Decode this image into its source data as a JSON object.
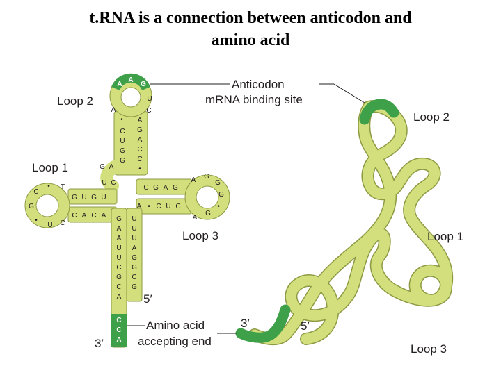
{
  "title": {
    "line1": "t.RNA is a connection between anticodon and",
    "line2": "amino acid"
  },
  "colors": {
    "strand": "#d3de7c",
    "strand_border": "#8e9a43",
    "highlight": "#3fa04a",
    "line": "#231f20"
  },
  "labels": {
    "loop2_left": "Loop 2",
    "loop1_left": "Loop 1",
    "loop3_left": "Loop 3",
    "anticodon_line1": "Anticodon",
    "anticodon_line2": "mRNA binding site",
    "amino_line1": "Amino acid",
    "amino_line2": "accepting end",
    "five_prime_left": "5′",
    "three_prime_left": "3′",
    "loop2_right": "Loop 2",
    "loop1_right": "Loop 1",
    "loop3_right": "Loop 3",
    "three_prime_right": "3′",
    "five_prime_right": "5′"
  },
  "bases": {
    "anticodon": [
      "A",
      "A",
      "G"
    ],
    "loop2_left_side": [
      "A",
      "•"
    ],
    "loop2_right_side": [
      "U",
      "C"
    ],
    "arm2_left": [
      "C",
      "U",
      "G",
      "G"
    ],
    "arm2_right": [
      "A",
      "G",
      "A",
      "C",
      "C",
      "•"
    ],
    "loop1_top": [
      "G",
      "A"
    ],
    "loop1_upper": [
      "U",
      "C"
    ],
    "loop1_inner": [
      "G",
      "U",
      "G",
      "U"
    ],
    "loop1_outer": [
      "C",
      "•",
      "T",
      "G",
      "•",
      "U",
      "C"
    ],
    "loop1_lower": [
      "C",
      "A",
      "C",
      "A"
    ],
    "loop3_upper": [
      "C",
      "G",
      "A",
      "G"
    ],
    "loop3_outer": [
      "A",
      "G",
      "G",
      "G",
      "•",
      "G",
      "A"
    ],
    "loop3_lower": [
      "A",
      "•",
      "C",
      "U",
      "C"
    ],
    "stem_left": [
      "G",
      "A",
      "A",
      "U",
      "U",
      "C",
      "G",
      "C",
      "A"
    ],
    "stem_right": [
      "U",
      "U",
      "U",
      "A",
      "G",
      "G",
      "C",
      "G"
    ],
    "acceptor_end": [
      "C",
      "C",
      "A"
    ]
  }
}
